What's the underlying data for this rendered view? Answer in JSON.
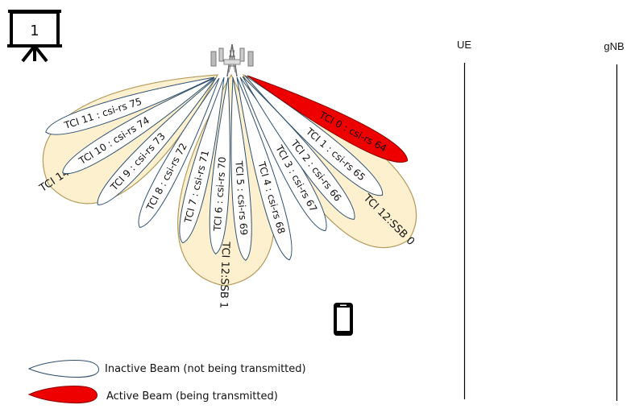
{
  "slide_number": "1",
  "ue_label": "UE",
  "gnb_label": "gNB",
  "ssb_beams": [
    {
      "label": "TCI 14:SSB 2"
    },
    {
      "label": "TCI 12:SSB 1"
    },
    {
      "label": "TCI 12:SSB 0"
    }
  ],
  "csi_beams": [
    {
      "label": "TCI 11 : csi-rs 75",
      "active": false
    },
    {
      "label": "TCI 10 : csi-rs 74",
      "active": false
    },
    {
      "label": "TCI 9 : csi-rs 73",
      "active": false
    },
    {
      "label": "TCI 8 : csi-rs 72",
      "active": false
    },
    {
      "label": "TCI 7 : csi-rs 71",
      "active": false
    },
    {
      "label": "TCI 6 : csi-rs 70",
      "active": false
    },
    {
      "label": "TCI 5 : csi-rs 69",
      "active": false
    },
    {
      "label": "TCI 4 : csi-rs 68",
      "active": false
    },
    {
      "label": "TCI 3 : csi-rs 67",
      "active": false
    },
    {
      "label": "TCI 2 : csi-rs 66",
      "active": false
    },
    {
      "label": "TCI 1 : csi-rs 65",
      "active": false
    },
    {
      "label": "TCI 0 : csi-rs 64",
      "active": true
    }
  ],
  "legend": {
    "inactive_label": "Inactive Beam (not being  transmitted)",
    "active_label": "Active Beam (being  transmitted)"
  },
  "colors": {
    "ssb_fill": "#fdf0cf",
    "ssb_stroke": "#b39b5c",
    "beam_stroke": "#2f4f6f",
    "inactive_fill": "#ffffff",
    "active_fill": "#ee0000",
    "active_stroke": "#8b0000"
  },
  "icons": {
    "presentation": "presentation-board-icon",
    "tower": "cell-tower-icon",
    "phone": "smartphone-icon"
  }
}
